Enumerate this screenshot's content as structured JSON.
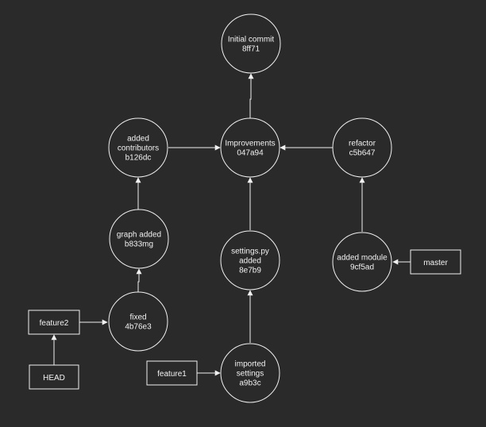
{
  "diagram": {
    "background": "#2a2a2a",
    "stroke_color": "#f0f0f0",
    "text_color": "#f2f2f2",
    "commits": {
      "initial": {
        "lines": [
          "Initial commit",
          "8ff71"
        ]
      },
      "improvements": {
        "lines": [
          "Improvements",
          "047a94"
        ]
      },
      "contributors": {
        "lines": [
          "added",
          "contributors",
          "b126dc"
        ]
      },
      "refactor": {
        "lines": [
          "refactor",
          "c5b647"
        ]
      },
      "graph": {
        "lines": [
          "graph added",
          "b833mg"
        ]
      },
      "settings_py": {
        "lines": [
          "settings.py",
          "added",
          "8e7b9"
        ]
      },
      "module": {
        "lines": [
          "added module",
          "9cf5ad"
        ]
      },
      "fixed": {
        "lines": [
          "fixed",
          "4b76e3"
        ]
      },
      "imported": {
        "lines": [
          "imported",
          "settings",
          "a9b3c"
        ]
      }
    },
    "refs": {
      "master": {
        "label": "master"
      },
      "feature2": {
        "label": "feature2"
      },
      "feature1": {
        "label": "feature1"
      },
      "head": {
        "label": "HEAD"
      }
    }
  }
}
